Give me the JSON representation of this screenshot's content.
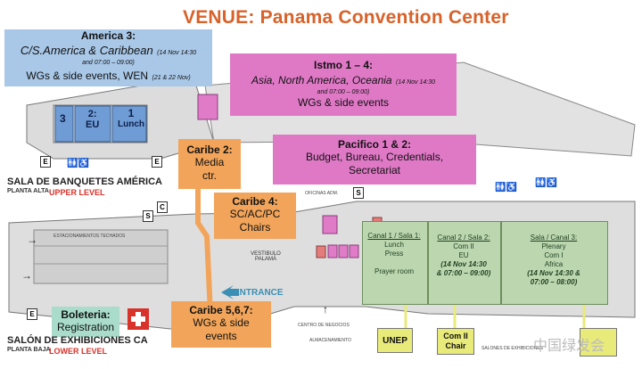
{
  "title": "VENUE: Panama Convention Center",
  "callouts": {
    "america3": {
      "title": "America 3:",
      "line1": "C/S.America & Caribbean",
      "dates1": "(14 Nov 14:30",
      "dates1b": "and  07:00 – 09:00)",
      "line2": "WGs & side events, WEN",
      "dates2": "(21 & 22 Nov)"
    },
    "istmo": {
      "title": "Istmo 1 – 4:",
      "line1": "Asia, North America, Oceania",
      "dates1": "(14 Nov 14:30",
      "dates1b": "and 07:00 – 09:00)",
      "line2": "WGs & side events"
    },
    "pacifico": {
      "title": "Pacifico 1 & 2:",
      "line1": "Budget, Bureau, Credentials,",
      "line2": "Secretariat"
    },
    "caribe2": {
      "title": "Caribe 2:",
      "line1": "Media",
      "line2": "ctr."
    },
    "caribe4": {
      "title": "Caribe 4:",
      "line1": "SC/AC/PC",
      "line2": "Chairs"
    },
    "caribe567": {
      "title": "Caribe 5,6,7:",
      "line1": "WGs & side",
      "line2": "events"
    },
    "boleteria": {
      "title": "Boleteria:",
      "line1": "Registration"
    }
  },
  "upper_rooms": {
    "r3": "3",
    "r2": "2:",
    "r2b": "EU",
    "r1": "1",
    "r1b": "Lunch"
  },
  "level_labels": {
    "upper_name": "SALA DE BANQUETES AMÉRICA",
    "upper_sub": "PLANTA ALTA",
    "upper_level": "UPPER LEVEL",
    "lower_name": "SALÓN DE EXHIBICIONES CA",
    "lower_sub": "PLANTA BAJA",
    "lower_level": "LOWER LEVEL",
    "entrance": "ENTRANCE",
    "vestibulo": "VESTIBULO PALAMÁ",
    "estacionamientos": "ESTACIONAMIENTOS TECHADOS",
    "oficinas": "OFICINAS ADM.",
    "centro": "CENTRO DE NEGOCIOS",
    "almacenamiento": "ALMACENAMIENTO",
    "salones": "SALONES DE EXHIBICIONES",
    "watermark": "中国绿发会"
  },
  "canales": [
    {
      "title": "Canal 1 / Sala 1:",
      "lines": [
        "Lunch",
        "Press",
        "",
        "Prayer room"
      ]
    },
    {
      "title": "Canal 2 / Sala 2:",
      "lines": [
        "Com II",
        "EU",
        "(14 Nov 14:30",
        "& 07:00 – 09:00)"
      ]
    },
    {
      "title": "Sala / Canal 3:",
      "lines": [
        "Plenary",
        "Com I",
        "Africa",
        "(14 Nov 14:30 &",
        "07:00 – 08:00)"
      ]
    }
  ],
  "yellow_tags": {
    "unep": "UNEP",
    "comii": "Com II",
    "comii2": "Chair"
  },
  "markers": {
    "e": "E",
    "s": "S",
    "c": "C"
  },
  "colors": {
    "blue": "#a9c8e8",
    "pink": "#df79c6",
    "orange": "#f2a55a",
    "teal": "#a9dccb",
    "green": "#bcd6b0",
    "yellow": "#e8ea7a",
    "red_level": "#d8322a"
  }
}
